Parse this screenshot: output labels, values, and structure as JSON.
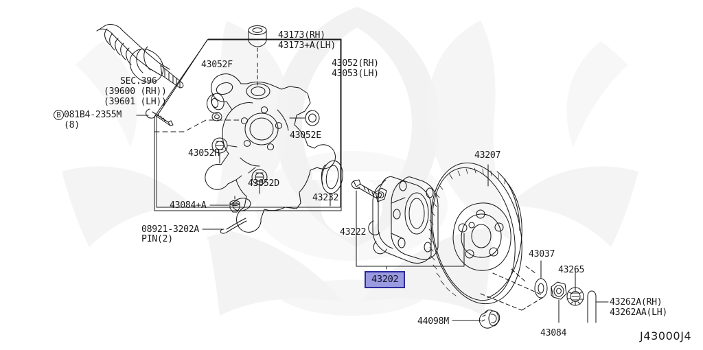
{
  "diagram": {
    "id_code": "J43000J4",
    "background_color": "#ffffff",
    "line_color": "#1a1a1a",
    "highlight_fill": "#9a9ae0",
    "highlight_border": "#2a2a9c",
    "watermark_color": "#f2f2f2",
    "title_hidden": true
  },
  "callouts": {
    "driveshaft_sec": "SEC.396",
    "driveshaft_rh": "(39600 (RH))",
    "driveshaft_lh": "(39601 (LH))",
    "bolt_prefix": "B",
    "bolt_number": "081B4-2355M",
    "bolt_qty": "(8)",
    "bushing_43052f": "43052F",
    "top_bush_rh": "43173(RH)",
    "top_bush_lh": "43173+A(LH)",
    "knuckle_rh": "43052(RH)",
    "knuckle_lh": "43053(LH)",
    "bushing_43052e": "43052E",
    "bushing_43052h": "43052H",
    "bushing_43052d": "43052D",
    "nut_43084a": "43084+A",
    "pin_number": "08921-3202A",
    "pin_qty": "PIN(2)",
    "seal_43232": "43232",
    "bolt_43222": "43222",
    "hub_assembly": "43202",
    "rotor_43207": "43207",
    "washer_43037": "43037",
    "lockcap_43265": "43265",
    "nut_43084": "43084",
    "cotter_rh": "43262A(RH)",
    "cotter_lh": "43262AA(LH)",
    "plug_44098m": "44098M"
  }
}
